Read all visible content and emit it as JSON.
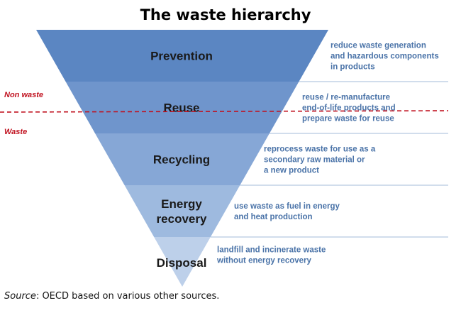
{
  "title": "The waste hierarchy",
  "colors": {
    "level_fills": [
      "#5b86c2",
      "#6f95cc",
      "#86a7d6",
      "#9ebadf",
      "#bdd0ea"
    ],
    "separator_line": "#a3bbd9",
    "boundary_line": "#c0111f",
    "description_text": "#4a73a8",
    "boundary_text": "#c0111f"
  },
  "boundary": {
    "above_label": "Non waste",
    "below_label": "Waste"
  },
  "levels": [
    {
      "name": [
        "Prevention"
      ],
      "description": [
        "reduce waste generation",
        "and hazardous components",
        "in products"
      ]
    },
    {
      "name": [
        "Reuse"
      ],
      "description": [
        "reuse / re-manufacture",
        "end-of-life products and",
        "prepare waste for reuse"
      ]
    },
    {
      "name": [
        "Recycling"
      ],
      "description": [
        "reprocess waste for use as a",
        "secondary raw material or",
        "a new product"
      ]
    },
    {
      "name": [
        "Energy",
        "recovery"
      ],
      "description": [
        "use waste as fuel in energy",
        "and heat production"
      ]
    },
    {
      "name": [
        "Disposal"
      ],
      "description": [
        "landfill and incinerate waste",
        "without energy recovery"
      ]
    }
  ],
  "source": {
    "label": "Source",
    "text": ": OECD based on various other sources."
  }
}
